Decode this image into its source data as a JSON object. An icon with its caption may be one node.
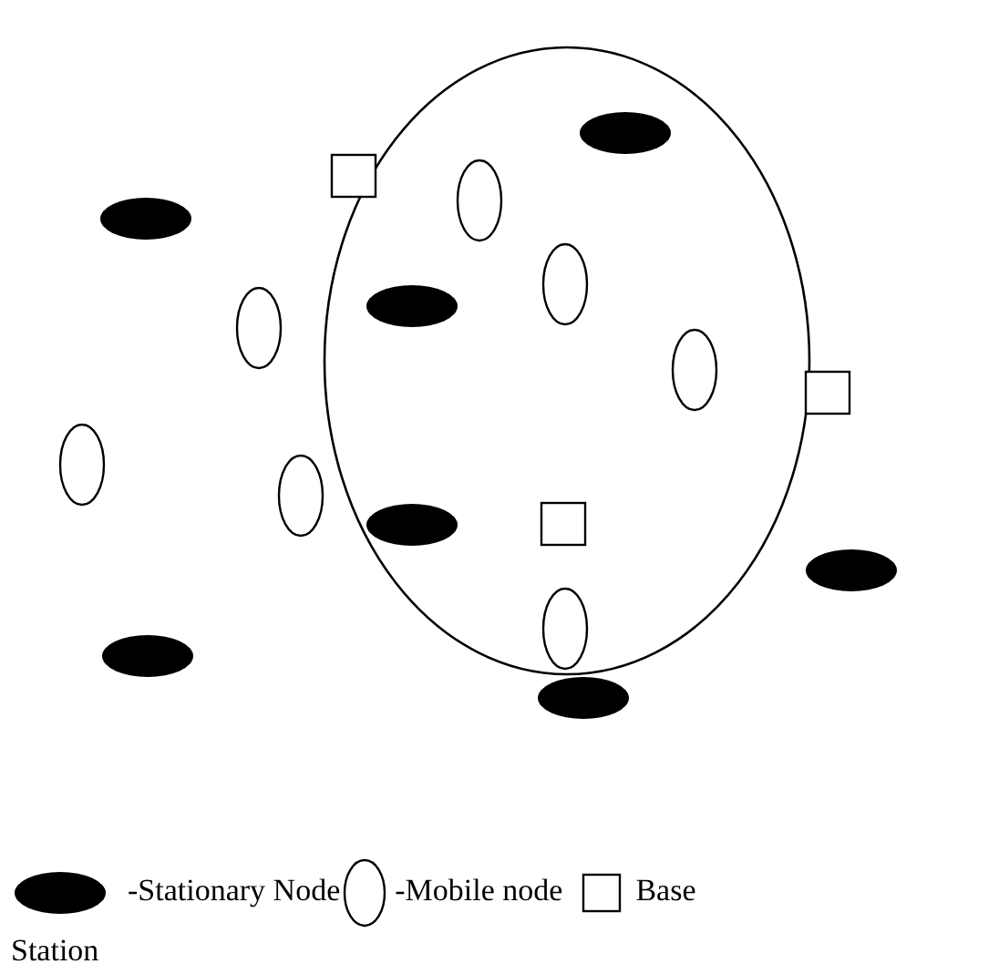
{
  "diagram": {
    "legend": [
      {
        "text": "-Stationary Node"
      },
      {
        "text": "-Mobile node"
      },
      {
        "text": "Base Station"
      }
    ]
  }
}
